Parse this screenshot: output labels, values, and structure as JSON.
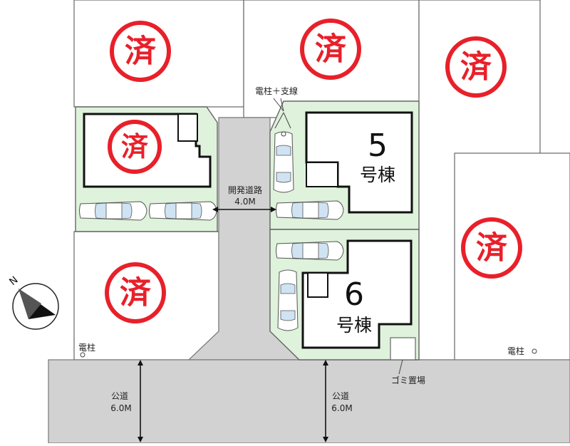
{
  "sold_stamp": "済",
  "units": [
    {
      "number": "5",
      "label": "号棟"
    },
    {
      "number": "6",
      "label": "号棟"
    }
  ],
  "private_road": {
    "name": "開発道路",
    "width": "4.0M"
  },
  "public_roads": [
    {
      "name": "公道",
      "width": "6.0M"
    },
    {
      "name": "公道",
      "width": "6.0M"
    }
  ],
  "labels": {
    "pole_and_support_wire": "電柱＋支線",
    "pole_left": "電柱",
    "pole_right": "電柱",
    "garbage_area": "ゴミ置場",
    "north": "N"
  },
  "colors": {
    "stamp_red": "#e8202a",
    "lot_green": "#dff2dc",
    "road_gray": "#d2d2d2"
  }
}
